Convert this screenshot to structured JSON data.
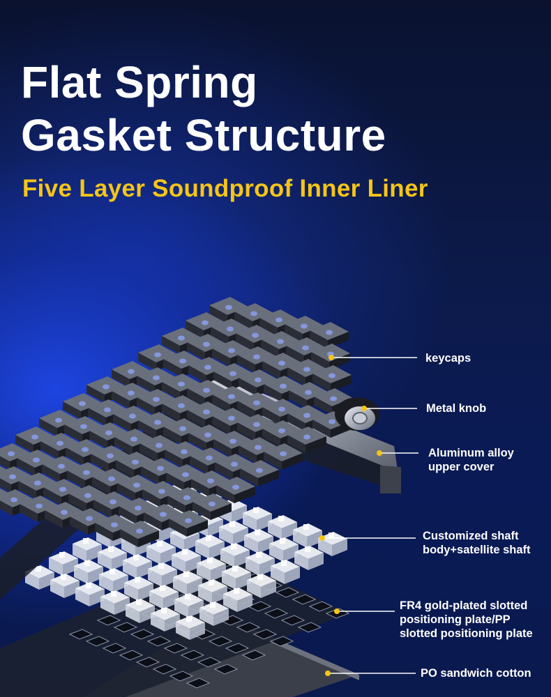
{
  "header": {
    "title_line1": "Flat Spring",
    "title_line2": "Gasket Structure",
    "subtitle": "Five Layer Soundproof Inner Liner"
  },
  "colors": {
    "title": "#ffffff",
    "accent": "#f5c518",
    "background": "#0a1a4e",
    "glow": "#1e46e6",
    "callout_line": "#ffffff"
  },
  "callouts": [
    {
      "lines": [
        "keycaps"
      ]
    },
    {
      "lines": [
        "Metal knob"
      ]
    },
    {
      "lines": [
        "Aluminum alloy",
        "upper cover"
      ]
    },
    {
      "lines": [
        "Customized shaft",
        "body+satellite shaft"
      ]
    },
    {
      "lines": [
        "FR4 gold-plated slotted",
        "positioning plate/PP",
        "slotted positioning plate"
      ]
    },
    {
      "lines": [
        "PO sandwich cotton"
      ]
    }
  ]
}
